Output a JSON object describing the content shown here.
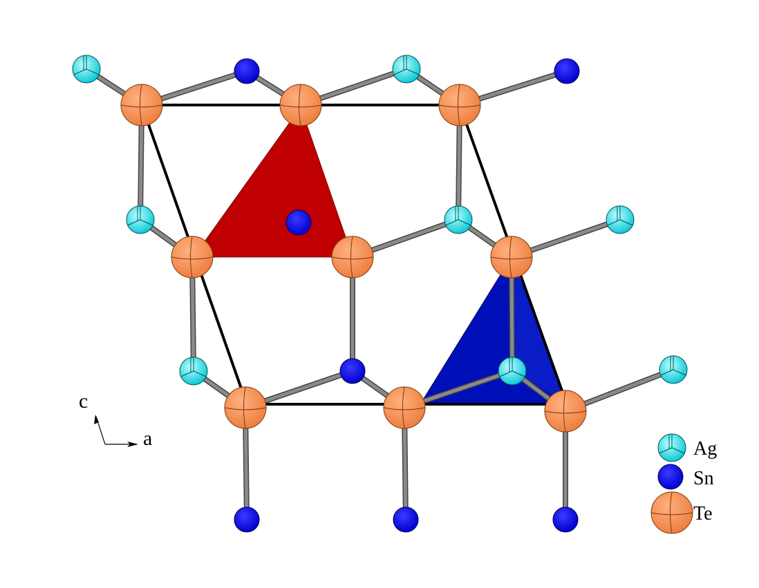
{
  "axes": {
    "c_label": "c",
    "a_label": "a"
  },
  "legend": [
    {
      "element": "Ag",
      "label": "Ag",
      "color": "#22e0e8"
    },
    {
      "element": "Sn",
      "label": "Sn",
      "color": "#1010f0"
    },
    {
      "element": "Te",
      "label": "Te",
      "color": "#f4915a"
    }
  ],
  "colors": {
    "bond": "#8a8a8a",
    "unit_cell": "#000000",
    "polyhedron_red": "#c00000",
    "polyhedron_blue": "#0010b8"
  }
}
